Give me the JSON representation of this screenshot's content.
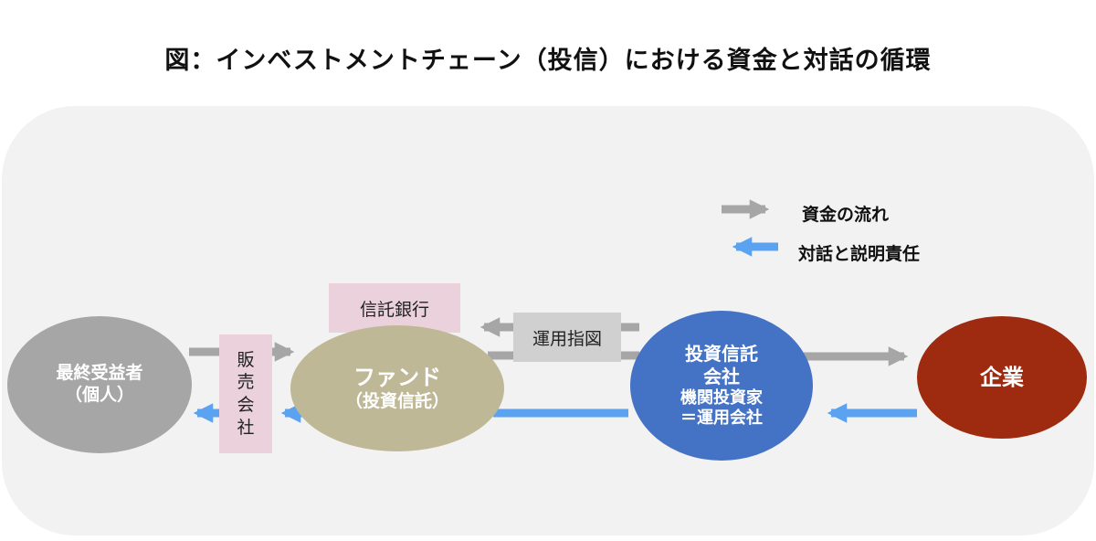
{
  "title": "図：インベストメントチェーン（投信）における資金と対話の循環",
  "legend": {
    "money_flow": "資金の流れ",
    "dialogue": "対話と説明責任"
  },
  "nodes": {
    "beneficiary": [
      "最終受益者",
      "（個人）"
    ],
    "fund": [
      "ファンド",
      "（投資信託）"
    ],
    "manager": [
      "投資信託",
      "会社",
      "機関投資家",
      "＝運用会社"
    ],
    "corporate": "企業"
  },
  "boxes": {
    "trust_bank": "信託銀行",
    "sales_company": [
      "販",
      "売",
      "会",
      "社"
    ],
    "instruction": "運用指図"
  },
  "colors": {
    "money_arrow": "#a6a6a6",
    "dialogue_arrow": "#5ba3f0",
    "beneficiary": "#a6a6a6",
    "fund": "#bfb897",
    "manager": "#4472c4",
    "corporate": "#9e2b0f",
    "pink_box": "#ead1dc",
    "gray_box": "#d0d0d0"
  }
}
